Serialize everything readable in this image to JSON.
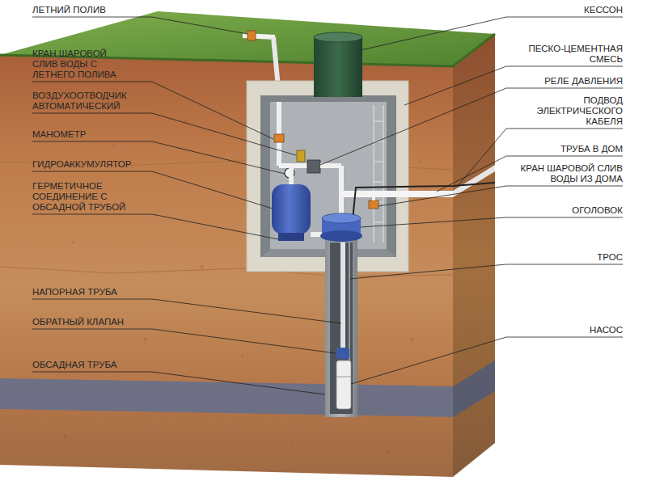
{
  "diagram": {
    "labels": [
      "ЛЕТНИЙ ПОЛИВ",
      "КРАН ШАРОВОЙ СЛИВ ВОДЫ С ЛЕТНЕГО ПОЛИВА",
      "ВОЗДУХООТВОДЧИК АВТОМАТИЧЕСКИЙ",
      "МАНОМЕТР",
      "ГИДРОАККУМУЛЯТОР",
      "ГЕРМЕТИЧНОЕ СОЕДИНЕНИЕ С ОБСАДНОЙ ТРУБОЙ",
      "НАПОРНАЯ ТРУБА",
      "ОБРАТНЫЙ КЛАПАН",
      "ОБСАДНАЯ ТРУБА",
      "КЕССОН",
      "ПЕСКО-ЦЕМЕНТНАЯ СМЕСЬ",
      "РЕЛЕ ДАВЛЕНИЯ",
      "ПОДВОД ЭЛЕКТРИЧЕСКОГО КАБЕЛЯ",
      "ТРУБА В ДОМ",
      "КРАН ШАРОВОЙ СЛИВ ВОДЫ ИЗ ДОМА",
      "ОГОЛОВОК",
      "ТРОС",
      "НАСОС"
    ]
  }
}
